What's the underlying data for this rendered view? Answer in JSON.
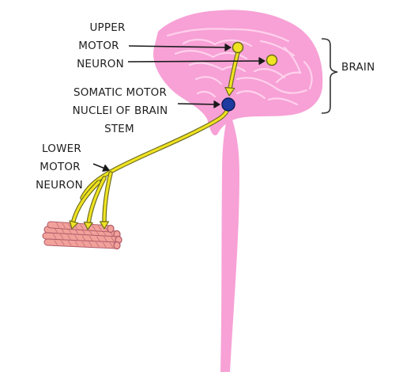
{
  "labels": {
    "upper_motor_neuron": [
      "UPPER",
      "MOTOR",
      "NEURON"
    ],
    "somatic_motor_nuclei": [
      "SOMATIC MOTOR",
      "NUCLEI OF BRAIN",
      "STEM"
    ],
    "lower_motor_neuron": [
      "LOWER",
      "MOTOR",
      "NEURON"
    ],
    "brain": "BRAIN"
  },
  "colors": {
    "brain": "#f7a1d6",
    "brain_folds": "#ffd1ec",
    "spinal_cord": "#f7a1d6",
    "neuron": "#f0e322",
    "neuron_outline": "#6b6a1c",
    "nucleus": "#1d3aa0",
    "muscle": "#f2a19b",
    "muscle_outline": "#b05a67",
    "text": "#1e1e1e"
  }
}
